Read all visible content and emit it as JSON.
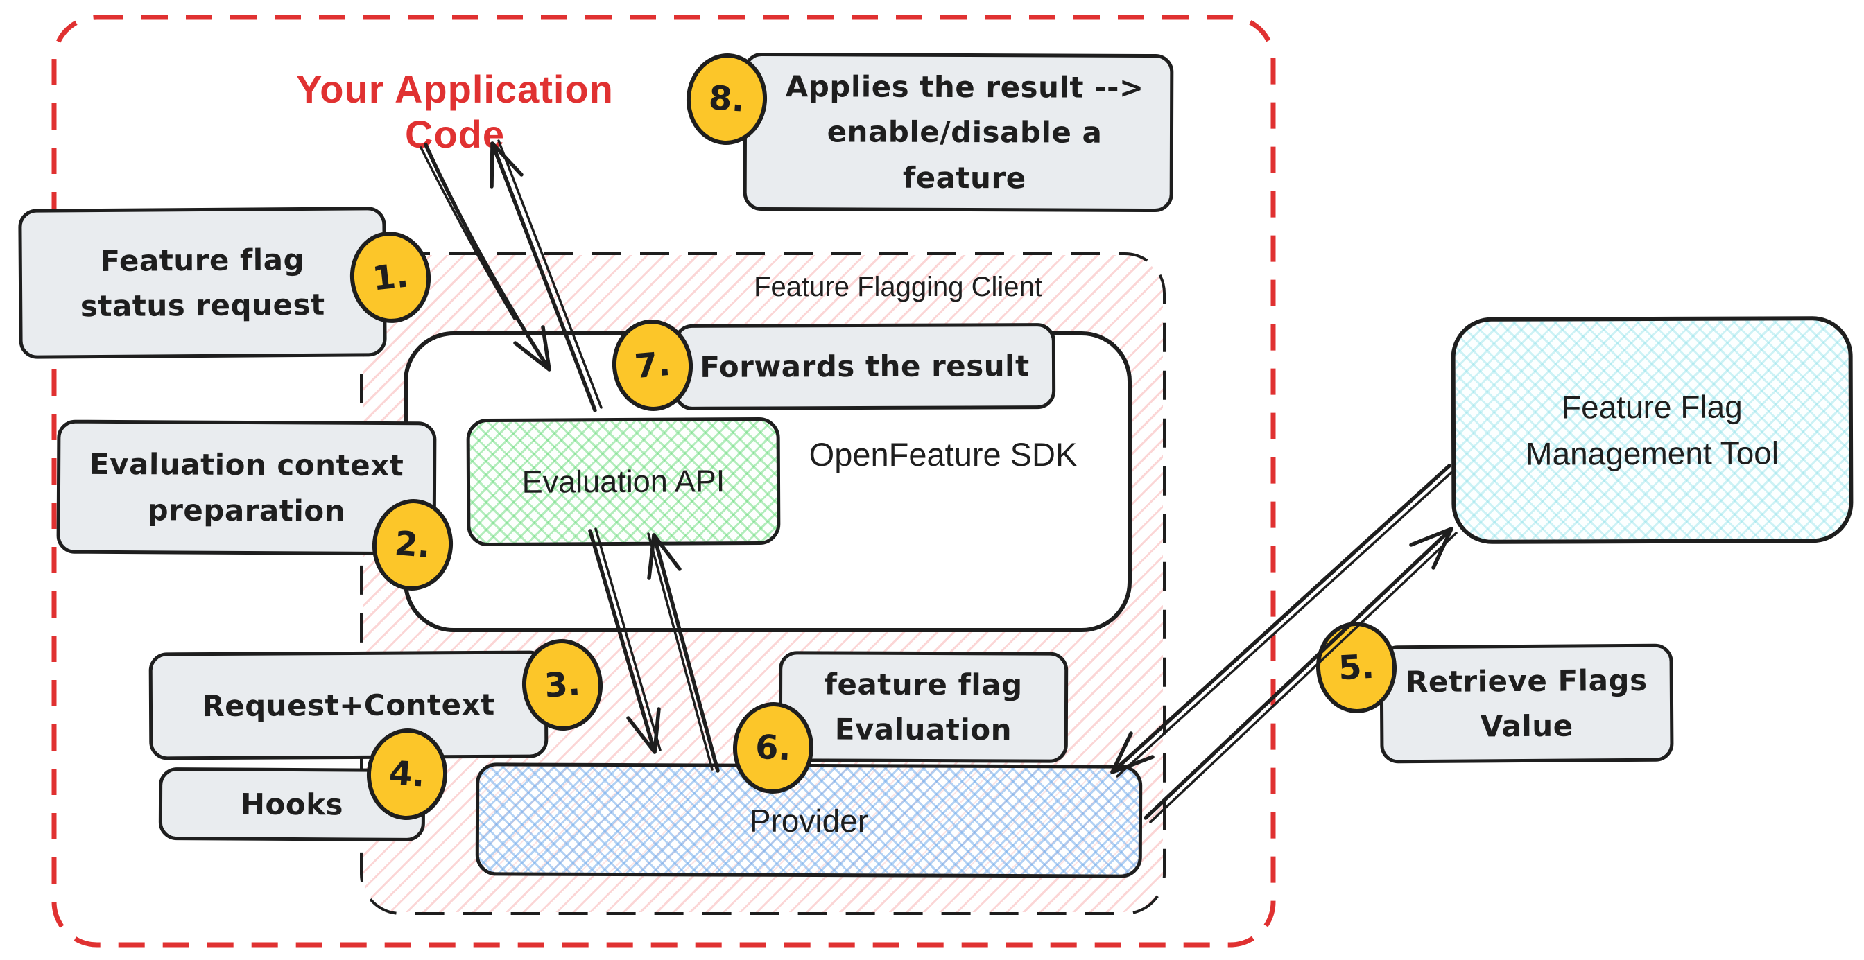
{
  "regions": {
    "application_code": {
      "label": "Your Application Code"
    },
    "flagging_client": {
      "label": "Feature Flagging Client"
    },
    "sdk": {
      "label": "OpenFeature SDK"
    }
  },
  "nodes": {
    "evaluation_api": {
      "label": "Evaluation API"
    },
    "provider": {
      "label": "Provider"
    },
    "management_tool": {
      "lines": [
        "Feature Flag",
        "Management Tool"
      ]
    }
  },
  "steps": [
    {
      "num": "1.",
      "lines": [
        "Feature flag",
        "status request"
      ]
    },
    {
      "num": "2.",
      "lines": [
        "Evaluation context",
        "preparation"
      ]
    },
    {
      "num": "3.",
      "lines": [
        "Request+Context"
      ]
    },
    {
      "num": "4.",
      "lines": [
        "Hooks"
      ]
    },
    {
      "num": "5.",
      "lines": [
        "Retrieve Flags",
        "Value"
      ]
    },
    {
      "num": "6.",
      "lines": [
        "feature flag",
        "Evaluation"
      ]
    },
    {
      "num": "7.",
      "lines": [
        "Forwards the result"
      ]
    },
    {
      "num": "8.",
      "lines": [
        "Applies the result -->",
        "enable/disable a",
        "feature"
      ]
    }
  ],
  "colors": {
    "ink": "#1e1e1e",
    "accent_red": "#e03131",
    "bubble_fill": "#e9ecef",
    "badge_fill": "#fcc629",
    "hatch_pink": "#f7a5a5",
    "hatch_green": "#69db7c",
    "hatch_blue": "#74aceb",
    "hatch_cyan": "#86dee7"
  }
}
